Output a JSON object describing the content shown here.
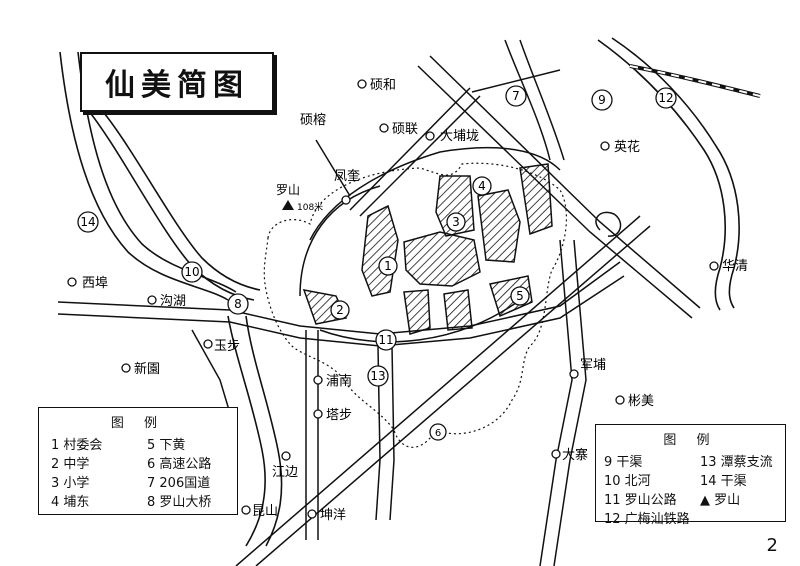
{
  "title": "仙美简图",
  "page_number": "2",
  "peak": {
    "name": "罗山",
    "elevation": "108米"
  },
  "places": {
    "shuohe": "硕和",
    "shuorong": "硕榕",
    "shuolian": "硕联",
    "dabuchong": "大埔垅",
    "fengkui": "凤奎",
    "yinghua": "英花",
    "huaqing": "华清",
    "xifu": "西埠",
    "gouhu": "沟湖",
    "yubu": "玉步",
    "xinyuan": "新園",
    "punan": "浦南",
    "tabu": "塔步",
    "jiangbian": "江边",
    "kunshan": "昆山",
    "kunyang": "坤洋",
    "junpu": "军埔",
    "binmei": "彬美",
    "dazhai": "大寨"
  },
  "markers": [
    "1",
    "2",
    "3",
    "4",
    "5",
    "6",
    "7",
    "8",
    "9",
    "10",
    "11",
    "12",
    "13",
    "14"
  ],
  "legend_left": {
    "title": "图 例",
    "items": [
      "1 村委会",
      "2 中学",
      "3 小学",
      "4 埔东",
      "5 下黄",
      "6 高速公路",
      "7 206国道",
      "8 罗山大桥"
    ]
  },
  "legend_right": {
    "title": "图 例",
    "items": [
      "9 干渠",
      "13 潭蔡支流",
      "10 北河",
      "14 干渠",
      "11 罗山公路",
      "罗山",
      "12 广梅汕铁路"
    ]
  }
}
